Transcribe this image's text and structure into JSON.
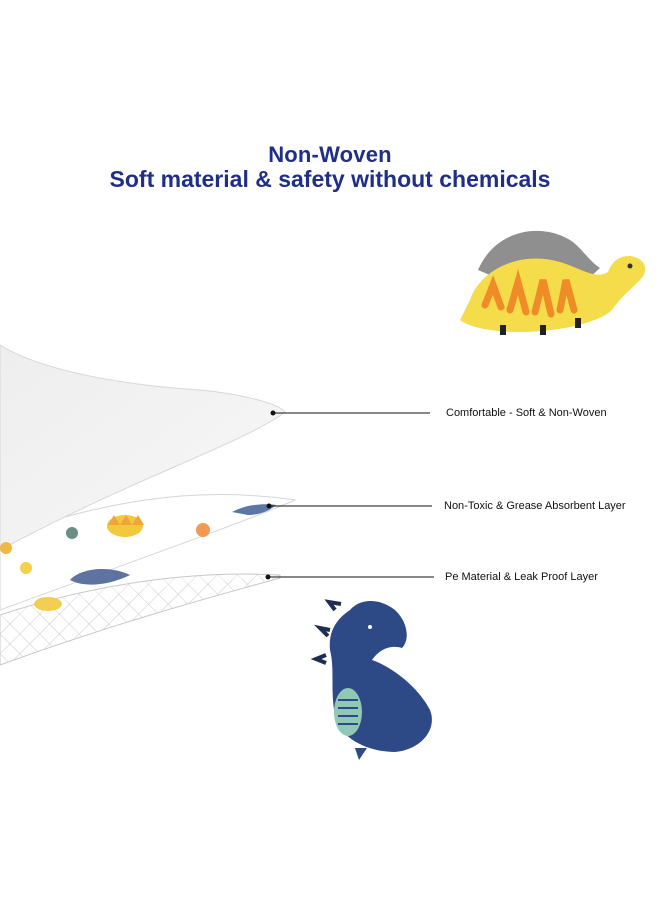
{
  "heading": {
    "line1": "Non-Woven",
    "line2": "Soft material & safety without chemicals",
    "color": "#1f2f86"
  },
  "layers": [
    {
      "label": "Comfortable - Soft & Non-Woven"
    },
    {
      "label": "Non-Toxic & Grease Absorbent Layer"
    },
    {
      "label": "Pe Material & Leak Proof Layer"
    }
  ],
  "illustrations": [
    "yellow-stegosaurus",
    "blue-dinosaur",
    "layered-pad-material"
  ]
}
